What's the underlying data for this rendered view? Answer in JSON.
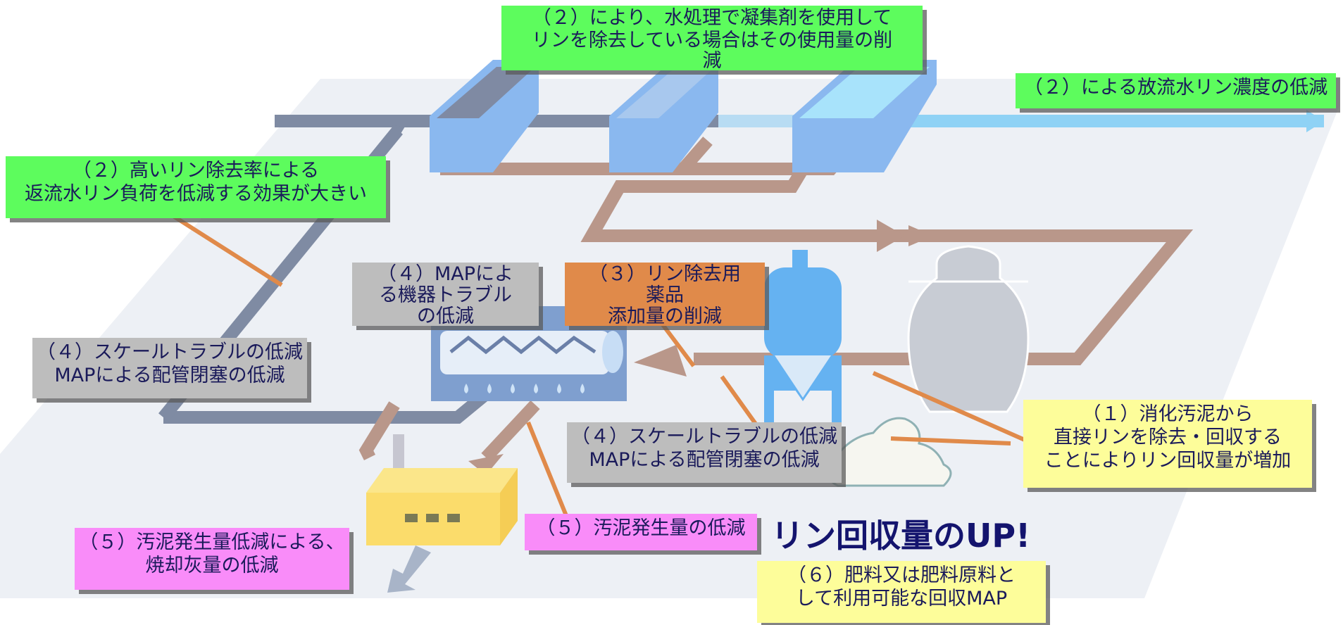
{
  "labels": {
    "coagulant": [
      "（２）により、水処理で凝集剤を使用して",
      "リンを除去している場合はその使用量の削",
      "減"
    ],
    "effluent": [
      "（２）による放流水リン濃度の低減"
    ],
    "return_water": [
      "（２）高いリン除去率による",
      "返流水リン負荷を低減する効果が大きい"
    ],
    "equipment": [
      "（４）MAPによ",
      "る機器トラブル",
      "の低減"
    ],
    "chemicals": [
      "（３）リン除去用",
      "薬品",
      "添加量の削減"
    ],
    "scale_left": [
      "（４）スケールトラブルの低減",
      "MAPによる配管閉塞の低減"
    ],
    "scale_center": [
      "（４）スケールトラブルの低減",
      "MAPによる配管閉塞の低減"
    ],
    "sludge_recovery": [
      "（１）消化汚泥から",
      "直接リンを除去・回収する",
      "ことによりリン回収量が増加"
    ],
    "ash": [
      "（５）汚泥発生量低減による、",
      "焼却灰量の低減"
    ],
    "sludge_reduction": [
      "（５）汚泥発生量の低減"
    ],
    "fertilizer": [
      "（６）肥料又は肥料原料と",
      "して利用可能な回収MAP"
    ]
  },
  "headline": "リン回収量のUP!",
  "colors": {
    "label_green": "#5dfc5d",
    "label_grey": "#bdbdbd",
    "label_orange": "#e08a4a",
    "label_pink": "#f98cf9",
    "label_yellow": "#fdfd9a",
    "sludge_flow": "#b9978a",
    "water_flow": "#7f8ba3",
    "effluent_flow": "#8fd2f5",
    "headline_text": "#14146e"
  }
}
